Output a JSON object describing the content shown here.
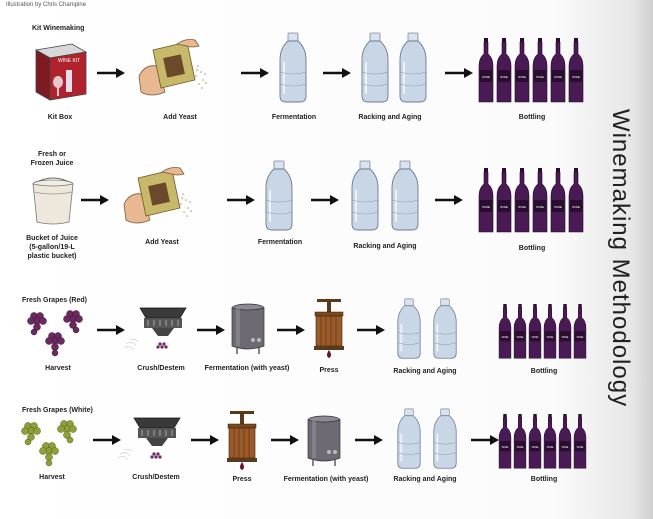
{
  "credit": "Illustration by Chris Champine",
  "title": "Winemaking Methodology",
  "rows": [
    {
      "header": "Kit Winemaking",
      "stages": [
        "Kit Box",
        "Add Yeast",
        "Fermentation",
        "Racking and Aging",
        "Bottling"
      ]
    },
    {
      "header_line1": "Fresh or",
      "header_line2": "Frozen Juice",
      "bucket_lines": [
        "Bucket of Juice",
        "(5-gallon/19-L",
        "plastic bucket)"
      ],
      "stages": [
        "Add Yeast",
        "Fermentation",
        "Racking and Aging",
        "Bottling"
      ]
    },
    {
      "header": "Fresh Grapes (Red)",
      "stages": [
        "Harvest",
        "Crush/Destem",
        "Fermentation (with yeast)",
        "Press",
        "Racking and Aging",
        "Bottling"
      ]
    },
    {
      "header": "Fresh Grapes (White)",
      "stages": [
        "Harvest",
        "Crush/Destem",
        "Press",
        "Fermentation (with yeast)",
        "Racking and Aging",
        "Bottling"
      ]
    }
  ],
  "labels": {
    "kit_box": "WINE KIT",
    "bottle": "WINE"
  },
  "icons": [
    "kit-box-icon",
    "yeast-packet-icon",
    "carboy-icon",
    "wine-bottle-icon",
    "bucket-icon",
    "grape-cluster-icon",
    "crusher-destemmer-icon",
    "fermenter-tank-icon",
    "wine-press-icon",
    "arrow-icon"
  ],
  "colors": {
    "wine": "#4a1a55",
    "carboy": "#c9d6e6",
    "red_grape": "#6a2a5e",
    "white_grape": "#8fa03a",
    "press_wood": "#9a5a2a",
    "tank": "#6e6a74",
    "kit_red": "#b0232c"
  }
}
